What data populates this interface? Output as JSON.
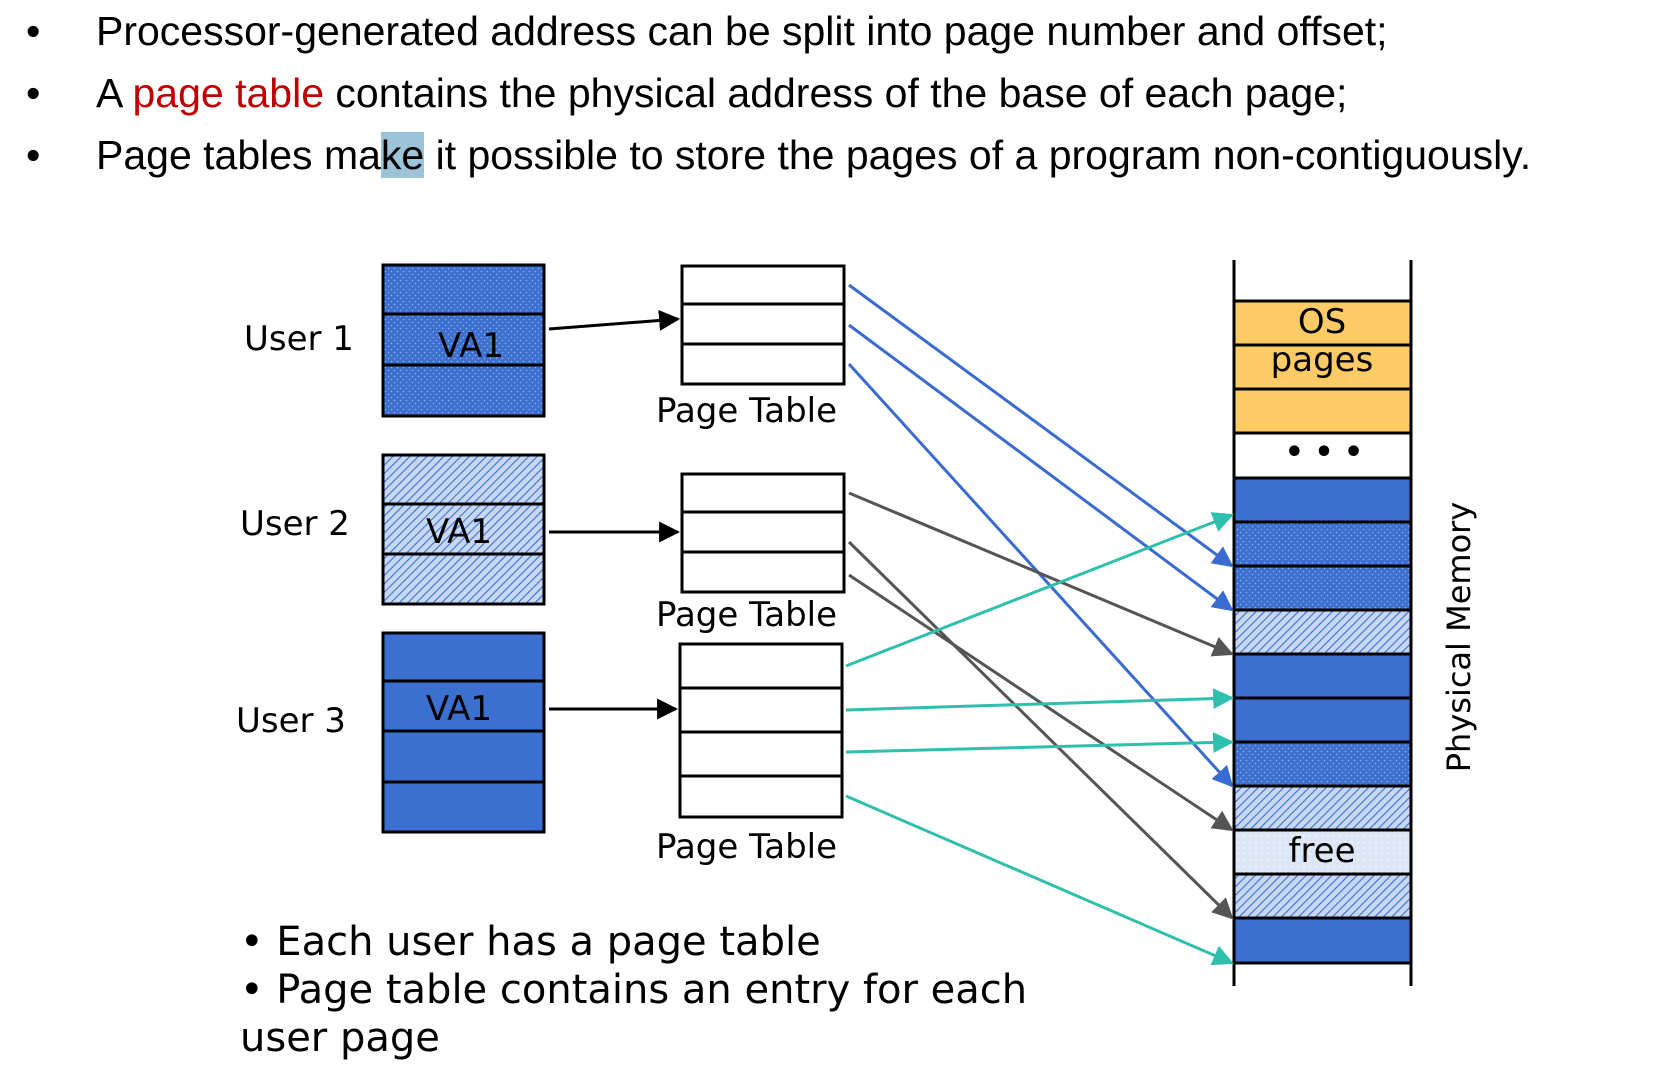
{
  "bullets": [
    {
      "dot": "•",
      "text": "Processor-generated address can be split into page number and offset;"
    },
    {
      "dot": "•",
      "pre": "A ",
      "highlight": "page table",
      "post": " contains the physical address of the base of each page;"
    },
    {
      "dot": "•",
      "pre": "Page tables ma",
      "selected": "ke",
      "post": " it possible to store the pages of a program non-contiguously."
    }
  ],
  "users": [
    {
      "label": "User 1",
      "va_label": "VA1"
    },
    {
      "label": "User 2",
      "va_label": "VA1"
    },
    {
      "label": "User 3",
      "va_label": "VA1"
    }
  ],
  "page_table_label": "Page Table",
  "physical_memory": {
    "title": "Physical Memory",
    "os_label_line1": "OS",
    "os_label_line2": "pages",
    "ellipsis": "• • •",
    "free_label": "free"
  },
  "notes": [
    "• Each user has a page table",
    "• Page table contains an entry for each",
    "user page"
  ],
  "colors": {
    "user1_blue": "#3b6fd0",
    "user3_blue": "#3b6fd0",
    "os_orange": "#ffcb66",
    "arrow_blue": "#3a6bd1",
    "arrow_gray": "#555555",
    "arrow_teal": "#2fbfad",
    "highlight_red": "#c00000"
  }
}
